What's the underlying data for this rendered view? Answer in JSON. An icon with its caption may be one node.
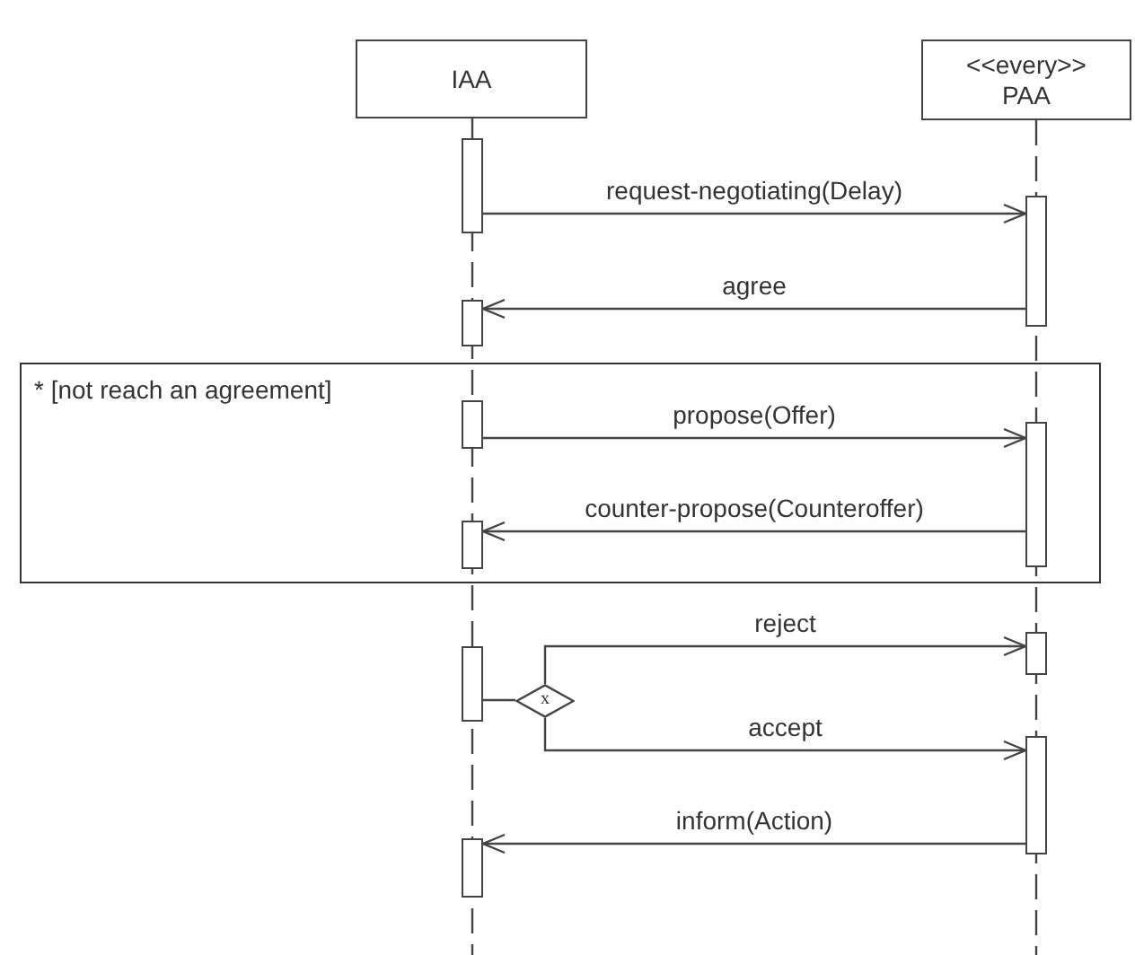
{
  "diagram": {
    "nodes": [
      {
        "text": [
          "IAA"
        ]
      },
      {
        "text": [
          "<<every>>",
          "PAA"
        ]
      },
      {
        "text": [],
        "shape": "bar"
      },
      {
        "text": [],
        "shape": "bar"
      },
      {
        "text": [],
        "shape": "bar"
      },
      {
        "text": [
          "* [not reach an agreement]"
        ]
      },
      {
        "text": [],
        "shape": "bar",
        "in": 5
      },
      {
        "text": [],
        "shape": "bar",
        "in": 5
      },
      {
        "text": [],
        "shape": "bar",
        "in": 5
      },
      {
        "text": [],
        "shape": "bar"
      },
      {
        "text": [],
        "shape": "bar"
      },
      {
        "text": [
          "x"
        ]
      },
      {
        "text": [],
        "shape": "bar"
      },
      {
        "text": [],
        "shape": "bar"
      }
    ],
    "edges": [
      {
        "from": 2,
        "to": 3,
        "arrow": "to",
        "label": "request-negotiating(Delay)"
      },
      {
        "from": 3,
        "to": 4,
        "arrow": "to",
        "label": "agree"
      },
      {
        "from": 6,
        "to": 7,
        "arrow": "to",
        "label": "propose(Offer)"
      },
      {
        "from": 7,
        "to": 8,
        "arrow": "to",
        "label": "counter-propose(Counteroffer)"
      },
      {
        "from": 11,
        "to": 9,
        "arrow": "to",
        "label": "reject"
      },
      {
        "from": 11,
        "to": 12,
        "arrow": "to",
        "label": "accept"
      },
      {
        "from": 12,
        "to": 13,
        "arrow": "to",
        "label": "inform(Action)"
      },
      {
        "from": 10,
        "to": 11,
        "arrow": "none"
      }
    ]
  }
}
